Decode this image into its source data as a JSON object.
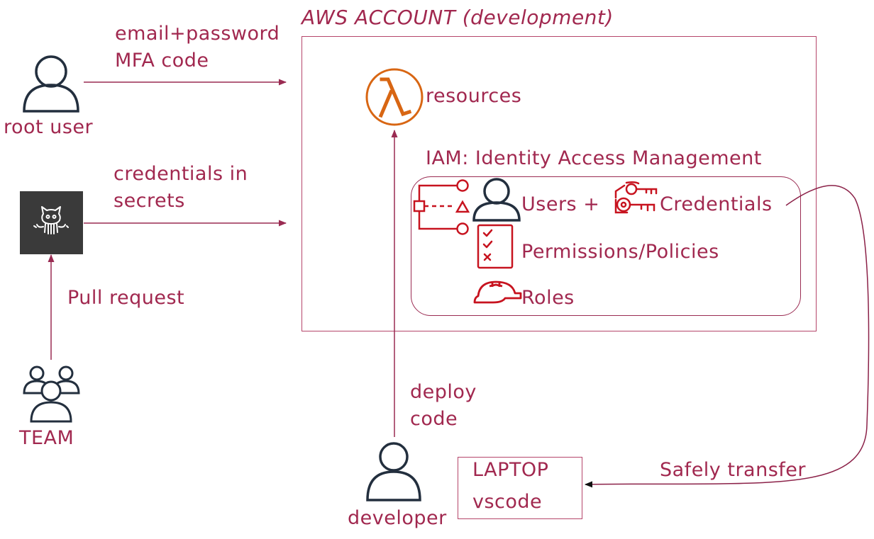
{
  "aws_account": {
    "title": "AWS ACCOUNT (development)"
  },
  "root_user": {
    "label": "root user",
    "arrow_label_line1": "email+password",
    "arrow_label_line2": "MFA code"
  },
  "github": {
    "arrow_label_line1": "credentials in",
    "arrow_label_line2": "secrets",
    "icon": "github-octocat-icon"
  },
  "team": {
    "label": "TEAM",
    "arrow_label": "Pull request"
  },
  "lambda": {
    "label": "resources",
    "icon": "aws-lambda-icon"
  },
  "iam": {
    "title": "IAM: Identity Access Management",
    "users_label": "Users +",
    "credentials_label": "Credentials",
    "permissions_label": "Permissions/Policies",
    "roles_label": "Roles"
  },
  "developer": {
    "label": "developer",
    "arrow_label_line1": "deploy",
    "arrow_label_line2": "code"
  },
  "laptop": {
    "line1": "LAPTOP",
    "line2": "vscode"
  },
  "transfer": {
    "label": "Safely transfer"
  },
  "colors": {
    "annotation": "#A1284F",
    "iam_red": "#C7131F",
    "lambda_orange": "#D86613",
    "icon_dark": "#232F3E",
    "github_bg": "#3a3a3a"
  }
}
